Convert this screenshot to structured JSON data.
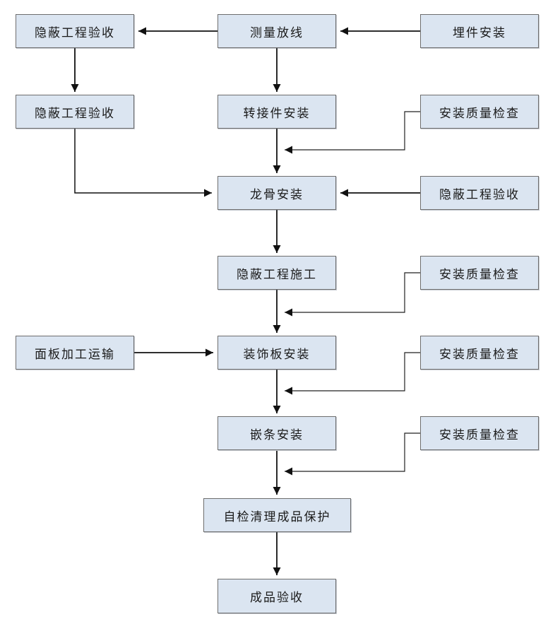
{
  "diagram": {
    "type": "flowchart",
    "colors": {
      "background": "#ffffff",
      "node_fill": "#dbe5f1",
      "node_border": "#6e6e6e",
      "line": "#1a1a1a",
      "text": "#1a1a1a"
    },
    "nodes": [
      {
        "id": "hidden-works-acceptance-1",
        "label": "隐蔽工程验收"
      },
      {
        "id": "measure-layout",
        "label": "测量放线"
      },
      {
        "id": "embed-parts-install",
        "label": "埋件安装"
      },
      {
        "id": "hidden-works-acceptance-2",
        "label": "隐蔽工程验收"
      },
      {
        "id": "adapter-install",
        "label": "转接件安装"
      },
      {
        "id": "quality-check-1",
        "label": "安装质量检查"
      },
      {
        "id": "keel-install",
        "label": "龙骨安装"
      },
      {
        "id": "hidden-works-acceptance-3",
        "label": "隐蔽工程验收"
      },
      {
        "id": "hidden-works-construction",
        "label": "隐蔽工程施工"
      },
      {
        "id": "quality-check-2",
        "label": "安装质量检查"
      },
      {
        "id": "panel-processing-transport",
        "label": "面板加工运输"
      },
      {
        "id": "decorative-panel-install",
        "label": "装饰板安装"
      },
      {
        "id": "quality-check-3",
        "label": "安装质量检查"
      },
      {
        "id": "insert-strip-install",
        "label": "嵌条安装"
      },
      {
        "id": "quality-check-4",
        "label": "安装质量检查"
      },
      {
        "id": "self-check-cleanup-protection",
        "label": "自检清理成品保护"
      },
      {
        "id": "finished-product-acceptance",
        "label": "成品验收"
      }
    ]
  }
}
